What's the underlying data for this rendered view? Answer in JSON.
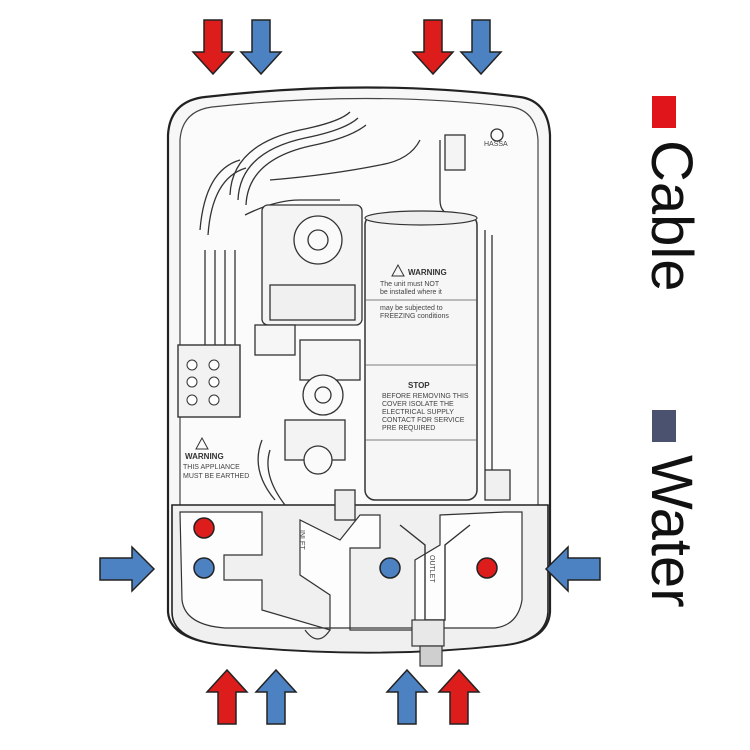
{
  "legend": {
    "cable_label": "Cable",
    "water_label": "Water",
    "cable_color": "#e0141b",
    "water_color": "#4a5270"
  },
  "arrow_colors": {
    "red": "#dd1c1c",
    "blue": "#4d82c2"
  },
  "unit_text": {
    "top_brand": "HASSA",
    "warning_title": "WARNING",
    "warning_line1": "The unit must NOT",
    "warning_line2": "be installed where it",
    "warning_line3": "may be subjected to",
    "warning_line4": "FREEZING conditions",
    "stop_title": "STOP",
    "stop_line1": "BEFORE REMOVING THIS",
    "stop_line2": "COVER ISOLATE THE",
    "stop_line3": "ELECTRICAL SUPPLY",
    "stop_line4": "CONTACT FOR SERVICE",
    "stop_line5": "PRE REQUIRED",
    "lower_warning_title": "WARNING",
    "lower_warning_line1": "THIS APPLIANCE",
    "lower_warning_line2": "MUST BE EARTHED",
    "inlet_label": "INLET",
    "outlet_label": "OUTLET"
  }
}
